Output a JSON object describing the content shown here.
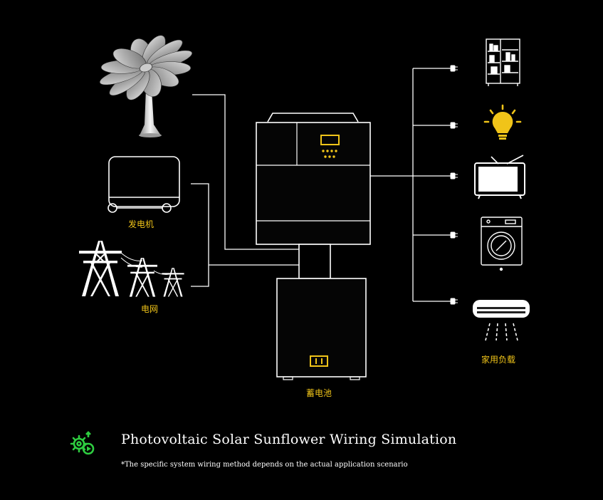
{
  "labels": {
    "generator": "发电机",
    "grid": "电网",
    "battery": "蓄电池",
    "home_loads": "家用负载"
  },
  "footer": {
    "title": "Photovoltaic Solar Sunflower Wiring Simulation",
    "note": "*The specific system wiring method depends on the actual application scenario"
  },
  "icons": {
    "sunflower": "solar-sunflower-icon",
    "generator": "generator-icon",
    "grid": "power-tower-icon",
    "inverter": "inverter-icon",
    "battery": "battery-icon",
    "fridge": "refrigerator-icon",
    "bulb": "light-bulb-icon",
    "tv": "television-icon",
    "washer": "washing-machine-icon",
    "ac": "air-conditioner-icon",
    "footer": "gear-play-icon"
  },
  "colors": {
    "background": "#000000",
    "line": "#ffffff",
    "accent": "#f0c419",
    "gear": "#2ecc40"
  }
}
